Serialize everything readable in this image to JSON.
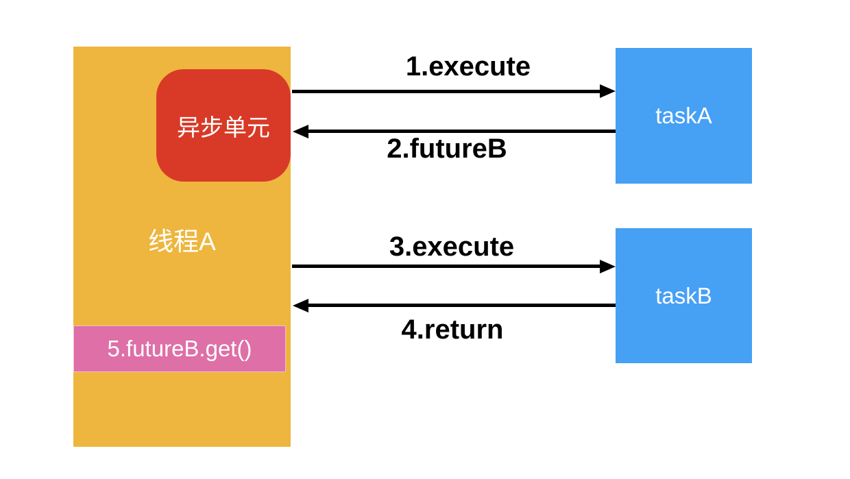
{
  "diagram": {
    "background": "#ffffff",
    "arrow_color": "#000000",
    "thread_box": {
      "label": "线程A",
      "color": "#EEB63E",
      "text_color": "#ffffff"
    },
    "async_unit": {
      "label": "异步单元",
      "color": "#D93A27",
      "text_color": "#ffffff"
    },
    "future_get": {
      "label": "5.futureB.get()",
      "color": "#DE6FA7",
      "text_color": "#ffffff"
    },
    "task_a": {
      "label": "taskA",
      "color": "#46A0F4",
      "text_color": "#ffffff"
    },
    "task_b": {
      "label": "taskB",
      "color": "#46A0F4",
      "text_color": "#ffffff"
    },
    "arrows": [
      {
        "label": "1.execute",
        "direction": "right"
      },
      {
        "label": "2.futureB",
        "direction": "left"
      },
      {
        "label": "3.execute",
        "direction": "right"
      },
      {
        "label": "4.return",
        "direction": "left"
      }
    ]
  }
}
